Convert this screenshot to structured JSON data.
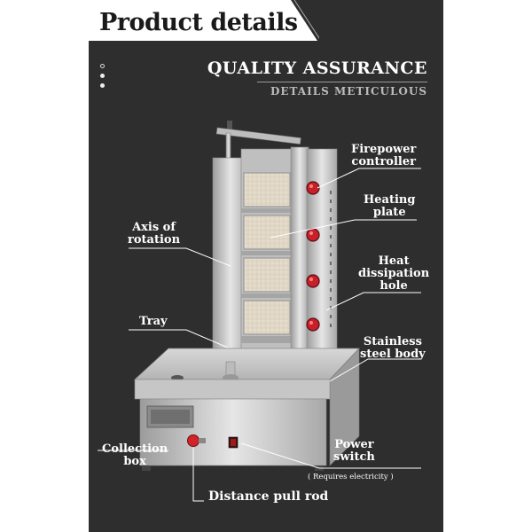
{
  "header": {
    "title": "Product details",
    "headline": "QUALITY ASSURANCE",
    "subheadline": "DETAILS METICULOUS"
  },
  "labels": {
    "firepower_controller": [
      "Firepower",
      "controller"
    ],
    "heating_plate": [
      "Heating",
      "plate"
    ],
    "axis_of_rotation": [
      "Axis of",
      "rotation"
    ],
    "heat_dissipation_hole": [
      "Heat",
      "dissipation",
      "hole"
    ],
    "tray": "Tray",
    "stainless_steel_body": [
      "Stainless",
      "steel body"
    ],
    "collection_box": [
      "Collection",
      "box"
    ],
    "power_switch": [
      "Power",
      "switch"
    ],
    "power_switch_note": "( Requires electricity )",
    "distance_pull_rod": "Distance pull rod"
  },
  "colors": {
    "panel_background": "#2e2e2e",
    "title_tab": "#ffffff",
    "text": "#ffffff",
    "knob_red": "#c8202a",
    "steel": "#c9c9c9"
  }
}
